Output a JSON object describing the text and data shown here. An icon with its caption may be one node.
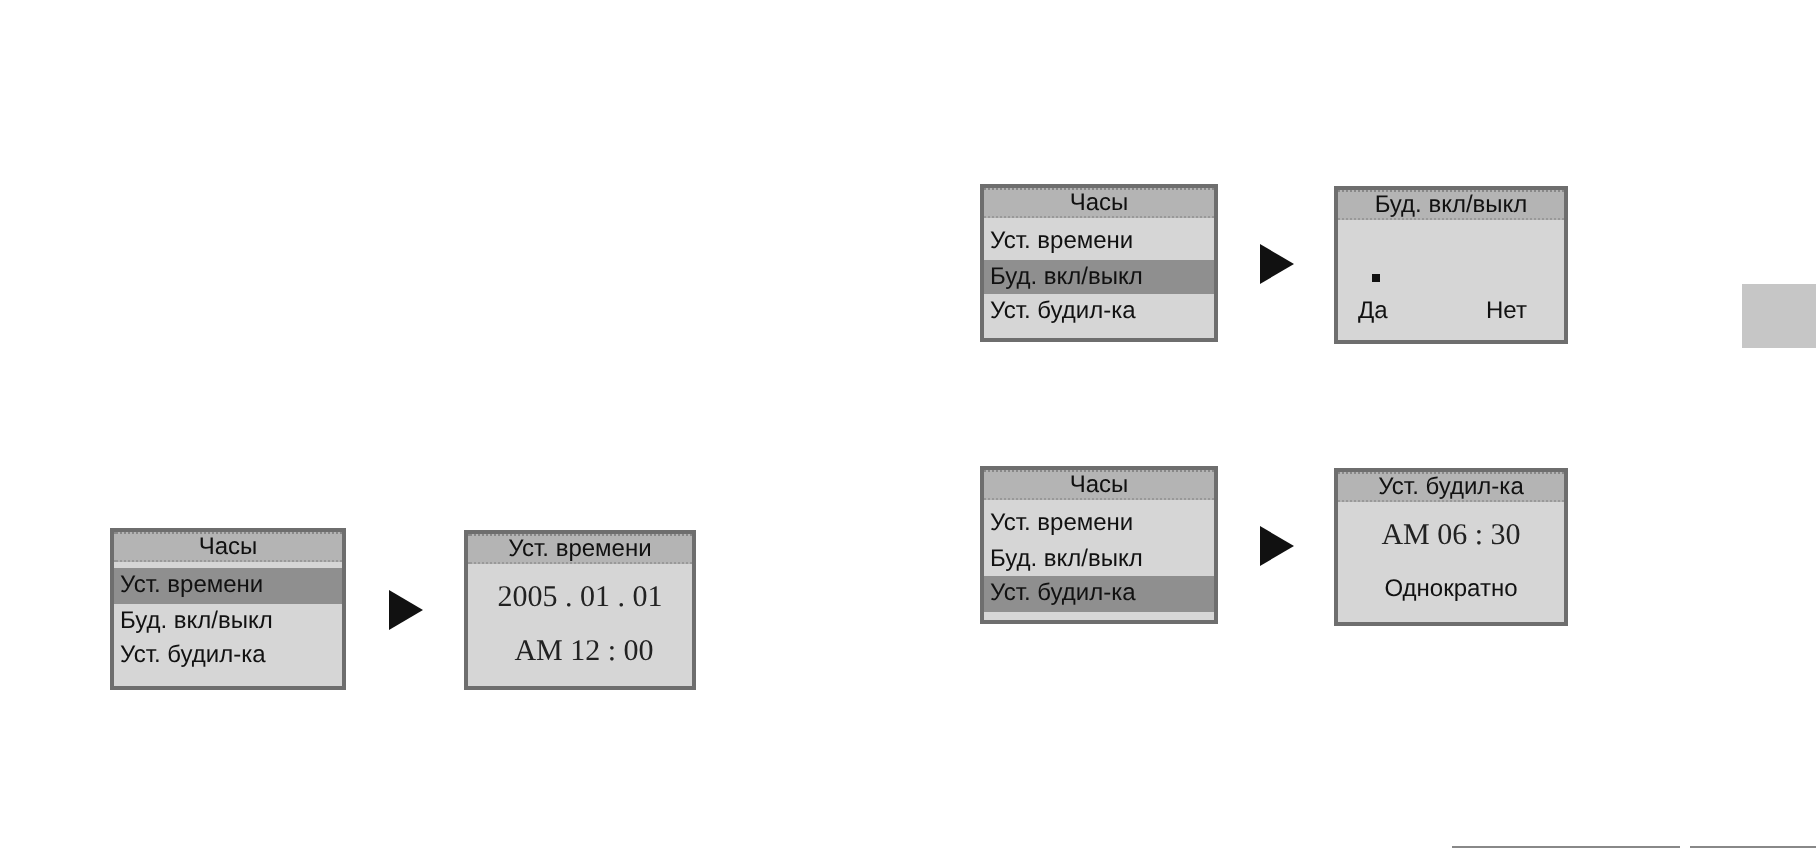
{
  "diagram": {
    "nodes": [
      {
        "text": [
          "Часы",
          "Уст. времени",
          "Буд. вкл/выкл",
          "Уст. будил-ка"
        ]
      },
      {
        "text": [
          "Уст. времени",
          "2005 . 01 . 01",
          "AM 12 : 00"
        ]
      },
      {
        "text": [
          "Часы",
          "Уст. времени",
          "Буд. вкл/выкл",
          "Уст. будил-ка"
        ]
      },
      {
        "text": [
          "Буд. вкл/выкл",
          "Да",
          "Нет"
        ]
      },
      {
        "text": [
          "Часы",
          "Уст. времени",
          "Буд. вкл/выкл",
          "Уст. будил-ка"
        ]
      },
      {
        "text": [
          "Уст. будил-ка",
          "AM 06 : 30",
          "Однократно"
        ]
      }
    ],
    "edges": [
      {
        "from": 0,
        "to": 1,
        "arrow": "to"
      },
      {
        "from": 2,
        "to": 3,
        "arrow": "to"
      },
      {
        "from": 4,
        "to": 5,
        "arrow": "to"
      }
    ]
  }
}
